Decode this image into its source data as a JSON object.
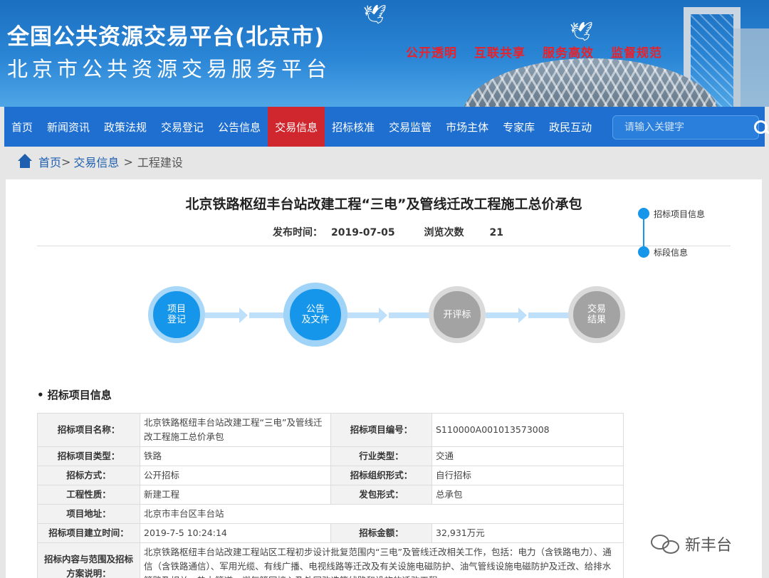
{
  "header": {
    "title_main": "全国公共资源交易平台(北京市)",
    "title_sub": "北京市公共资源交易服务平台",
    "slogans": [
      "公开透明",
      "互联共享",
      "服务高效",
      "监督规范"
    ]
  },
  "nav": {
    "items": [
      "首页",
      "新闻资讯",
      "政策法规",
      "交易登记",
      "公告信息",
      "交易信息",
      "招标核准",
      "交易监管",
      "市场主体",
      "专家库",
      "政民互动"
    ],
    "active": "交易信息",
    "search_placeholder": "请输入关键字"
  },
  "breadcrumb": {
    "home": "首页",
    "sep1": ">",
    "level1": "交易信息",
    "sep2": ">",
    "current": "工程建设"
  },
  "article": {
    "title": "北京铁路枢纽丰台站改建工程“三电”及管线迁改工程施工总价承包",
    "publish_label": "发布时间：",
    "publish_date": "2019-07-05",
    "views_label": "浏览次数",
    "views_count": "21"
  },
  "steps": [
    {
      "line1": "项目",
      "line2": "登记",
      "state": "done"
    },
    {
      "line1": "公告",
      "line2": "及文件",
      "state": "current"
    },
    {
      "line1": "开评标",
      "line2": "",
      "state": "pending"
    },
    {
      "line1": "交易",
      "line2": "结果",
      "state": "pending"
    }
  ],
  "section": {
    "title": "• 招标项目信息"
  },
  "table": {
    "rows": [
      {
        "label1": "招标项目名称：",
        "value1": "北京铁路枢纽丰台站改建工程“三电”及管线迁改工程施工总价承包",
        "label2": "招标项目编号：",
        "value2": "S110000A001013573008"
      },
      {
        "label1": "招标项目类型：",
        "value1": "铁路",
        "label2": "行业类型：",
        "value2": "交通"
      },
      {
        "label1": "招标方式：",
        "value1": "公开招标",
        "label2": "招标组织形式：",
        "value2": "自行招标"
      },
      {
        "label1": "工程性质：",
        "value1": "新建工程",
        "label2": "发包形式：",
        "value2": "总承包"
      },
      {
        "label1": "项目地址：",
        "value1": "北京市丰台区丰台站"
      },
      {
        "label1": "招标项目建立时间：",
        "value1": "2019-7-5 10:24:14",
        "label2": "招标金额：",
        "value2": "32,931万元"
      },
      {
        "label1": "招标内容与范围及招标方案说明：",
        "value1": "北京铁路枢纽丰台站改建工程站区工程初步设计批复范围内“三电”及管线迁改相关工作，包括：电力（含铁路电力）、通信（含铁路通信）、军用光缆、有线广播、电视线路等迁改及有关设施电磁防护、油气管线设施电磁防护及迁改、给排水管路及相关、热力管道、燃气管网接入及外网改造等线路和设施的迁改工程。"
      }
    ]
  },
  "side_nav": {
    "items": [
      "招标项目信息",
      "标段信息"
    ]
  },
  "watermark": {
    "text": "新丰台"
  }
}
